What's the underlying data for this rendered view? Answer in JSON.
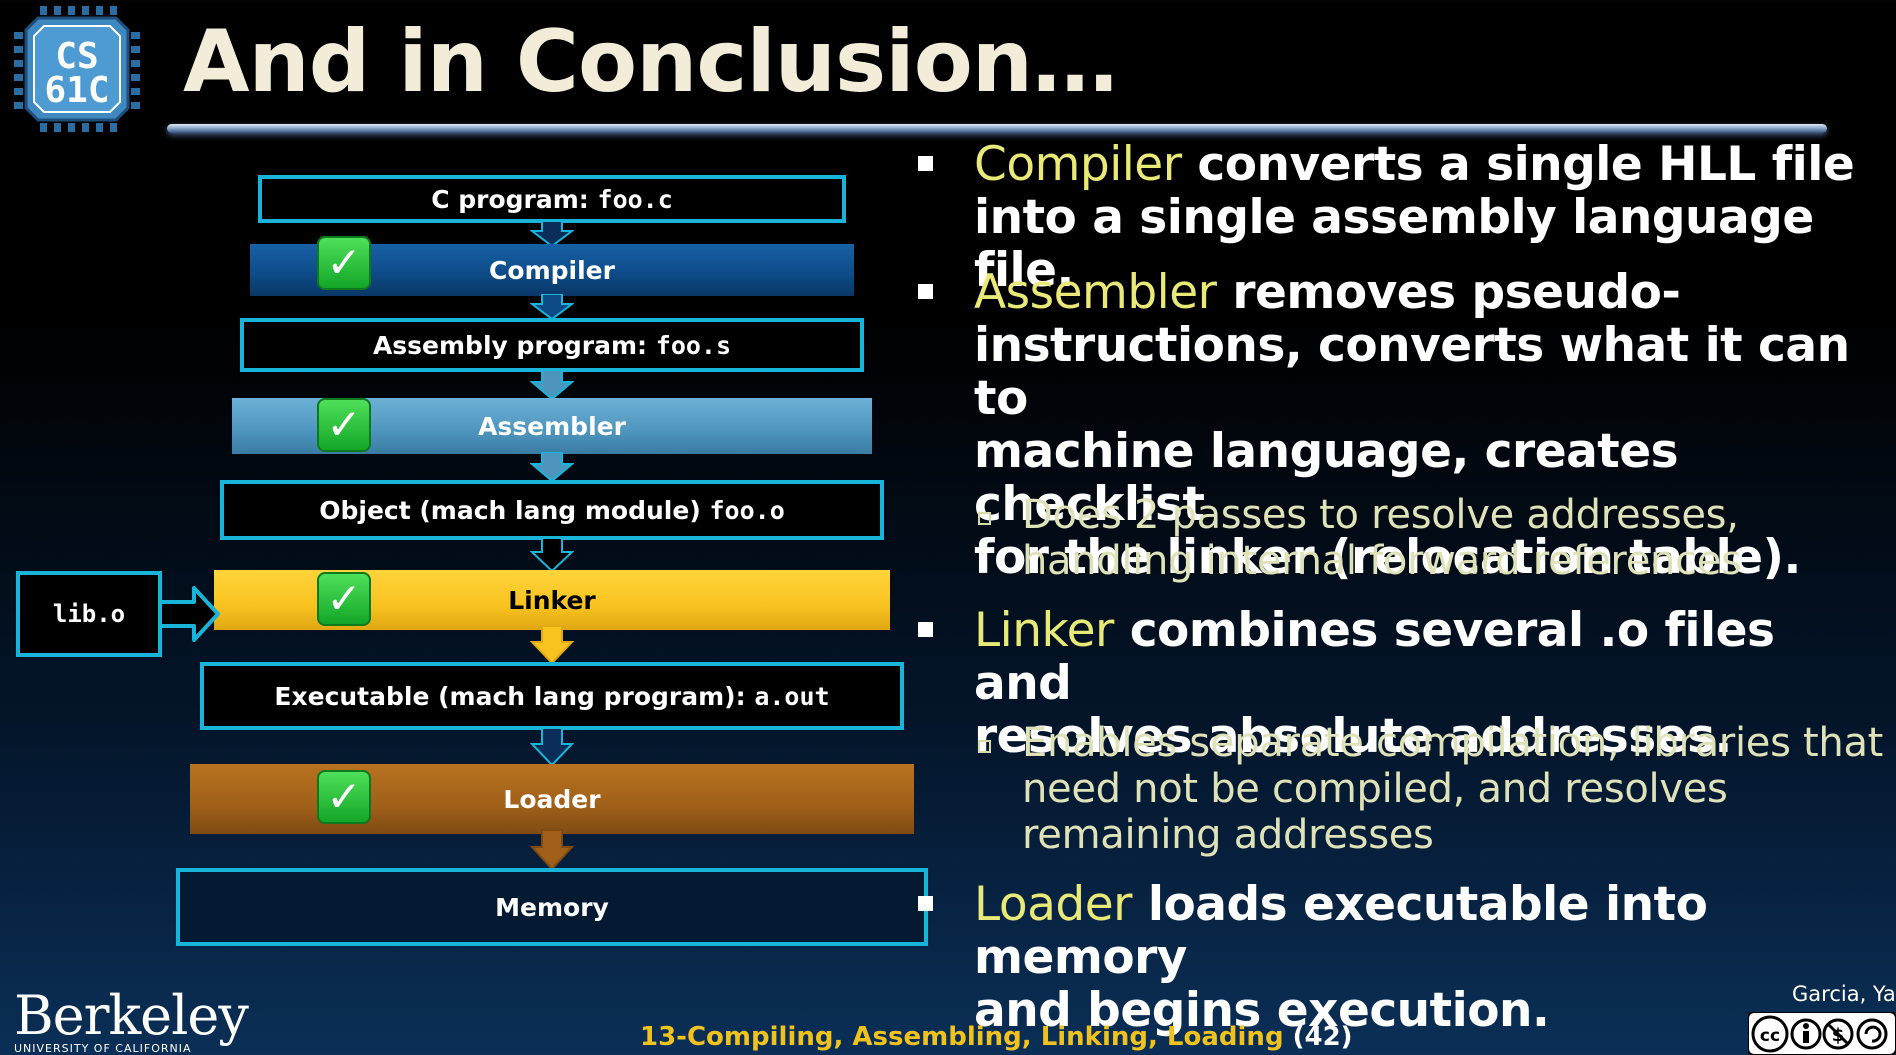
{
  "slide": {
    "logo_line1": "CS",
    "logo_line2": "61C",
    "title": "And in Conclusion…"
  },
  "flow": {
    "c_program_label": "C program:",
    "c_program_file": "foo.c",
    "compiler": "Compiler",
    "assembly_label": "Assembly program:",
    "assembly_file": "foo.s",
    "assembler": "Assembler",
    "object_label": "Object (mach lang module)",
    "object_file": "foo.o",
    "linker": "Linker",
    "lib_file": "lib.o",
    "executable_label": "Executable (mach lang program):",
    "executable_file": "a.out",
    "loader": "Loader",
    "memory": "Memory",
    "check_glyph": "✓",
    "colors": {
      "box_border": "#19b4d9",
      "compiler_band": "#0d4a86",
      "assembler_band": "#4e95bd",
      "linker_band": "#f8c21f",
      "loader_band": "#a0601a",
      "check_green": "#25c23a"
    }
  },
  "bullets": {
    "compiler_kw": "Compiler",
    "compiler_line1": " converts a single HLL file",
    "compiler_line2": "into a single assembly language file.",
    "assembler_kw": "Assembler",
    "assembler_line1": " removes pseudo-",
    "assembler_line2": "instructions, converts what it can to",
    "assembler_line3": "machine language, creates checklist",
    "assembler_line4": "for the linker (relocation table).",
    "assembler_sub1": "Does 2 passes to resolve addresses,",
    "assembler_sub2": "handling internal forward references",
    "linker_kw": "Linker",
    "linker_line1": " combines several .o files and",
    "linker_line2": "resolves absolute addresses.",
    "linker_sub1": "Enables separate compilation, libraries that",
    "linker_sub2": "need not be compiled, and resolves",
    "linker_sub3": "remaining addresses",
    "loader_kw": "Loader",
    "loader_line1": " loads executable into memory",
    "loader_line2": "and begins execution."
  },
  "footer": {
    "university": "Berkeley",
    "university_sub": "UNIVERSITY OF CALIFORNIA",
    "lecture": "13-Compiling, Assembling, Linking, Loading ",
    "page": "(42)",
    "author": "Garcia, Yan",
    "license_icons": [
      "cc-icon",
      "by-icon",
      "nc-icon",
      "sa-icon"
    ]
  }
}
